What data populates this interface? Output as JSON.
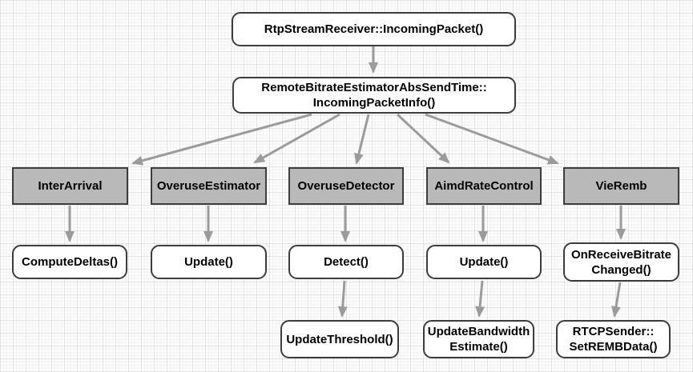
{
  "diagram": {
    "nodes": {
      "rtp_stream_receiver": {
        "label": "RtpStreamReceiver::IncomingPacket()"
      },
      "remote_bitrate_estimator": {
        "line1": "RemoteBitrateEstimatorAbsSendTime::",
        "line2": "IncomingPacketInfo()"
      },
      "inter_arrival": {
        "label": "InterArrival"
      },
      "overuse_estimator": {
        "label": "OveruseEstimator"
      },
      "overuse_detector": {
        "label": "OveruseDetector"
      },
      "aimd_rate_control": {
        "label": "AimdRateControl"
      },
      "vie_remb": {
        "label": "VieRemb"
      },
      "compute_deltas": {
        "label": "ComputeDeltas()"
      },
      "overuse_estimator_update": {
        "label": "Update()"
      },
      "detect": {
        "label": "Detect()"
      },
      "aimd_update": {
        "label": "Update()"
      },
      "on_receive_bitrate_changed": {
        "line1": "OnReceiveBitrate",
        "line2": "Changed()"
      },
      "update_threshold": {
        "label": "UpdateThreshold()"
      },
      "update_bandwidth_estimate": {
        "line1": "UpdateBandwidth",
        "line2": "Estimate()"
      },
      "rtcp_sender_set_remb_data": {
        "line1": "RTCPSender::",
        "line2": "SetREMBData()"
      }
    },
    "edges": [
      {
        "from": "rtp_stream_receiver",
        "to": "remote_bitrate_estimator"
      },
      {
        "from": "remote_bitrate_estimator",
        "to": "inter_arrival"
      },
      {
        "from": "remote_bitrate_estimator",
        "to": "overuse_estimator"
      },
      {
        "from": "remote_bitrate_estimator",
        "to": "overuse_detector"
      },
      {
        "from": "remote_bitrate_estimator",
        "to": "aimd_rate_control"
      },
      {
        "from": "remote_bitrate_estimator",
        "to": "vie_remb"
      },
      {
        "from": "inter_arrival",
        "to": "compute_deltas"
      },
      {
        "from": "overuse_estimator",
        "to": "overuse_estimator_update"
      },
      {
        "from": "overuse_detector",
        "to": "detect"
      },
      {
        "from": "aimd_rate_control",
        "to": "aimd_update"
      },
      {
        "from": "vie_remb",
        "to": "on_receive_bitrate_changed"
      },
      {
        "from": "detect",
        "to": "update_threshold"
      },
      {
        "from": "aimd_update",
        "to": "update_bandwidth_estimate"
      },
      {
        "from": "on_receive_bitrate_changed",
        "to": "rtcp_sender_set_remb_data"
      }
    ],
    "colors": {
      "node_fill_white": "#ffffff",
      "node_fill_gray": "#b9b9b9",
      "node_border": "#3d3d3d",
      "arrow": "#9b9b9b",
      "text": "#000000",
      "background": "#fcfcfc"
    }
  }
}
